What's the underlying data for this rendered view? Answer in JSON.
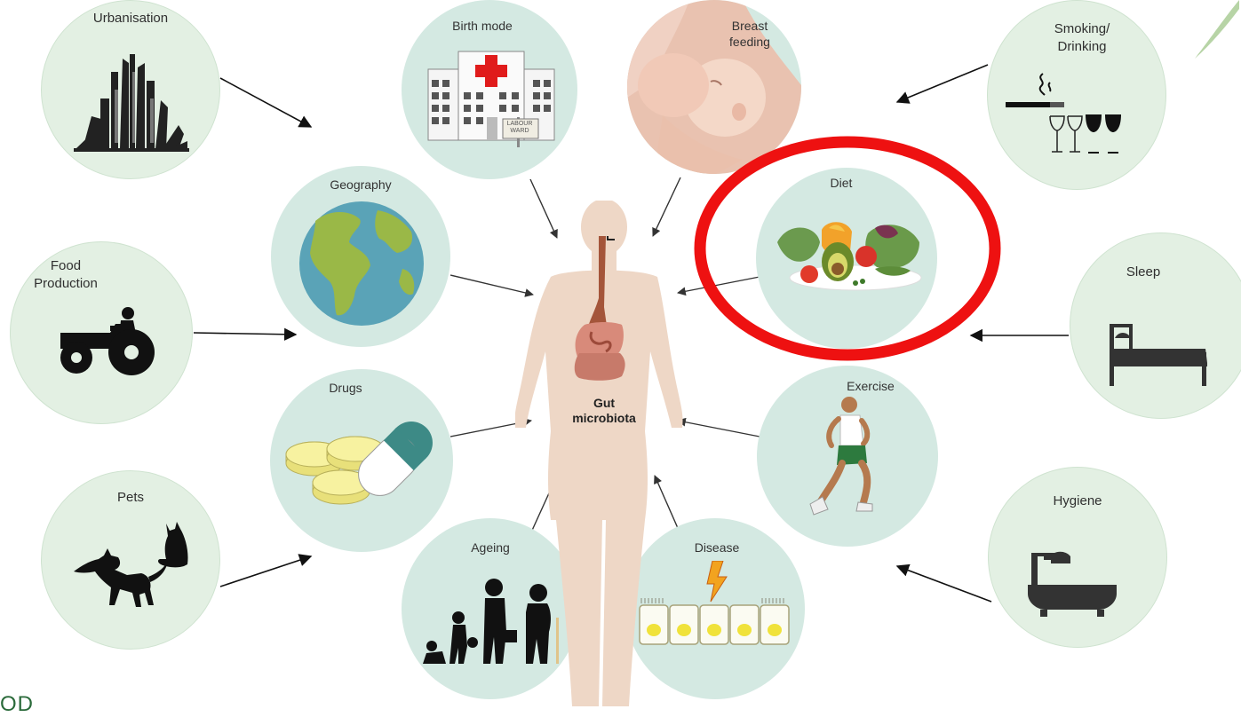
{
  "outer_factors": {
    "urbanisation": "Urbanisation",
    "food_production": "Food\nProduction",
    "pets": "Pets",
    "smoking_drinking": "Smoking/\nDrinking",
    "sleep": "Sleep",
    "hygiene": "Hygiene"
  },
  "inner_factors": {
    "birth_mode": "Birth mode",
    "breast_feeding": "Breast\nfeeding",
    "geography": "Geography",
    "diet": "Diet",
    "drugs": "Drugs",
    "exercise": "Exercise",
    "ageing": "Ageing",
    "disease": "Disease"
  },
  "center": {
    "label": "Gut\nmicrobiota"
  },
  "labour_sign": "LABOUR\nWARD",
  "highlight": {
    "target": "Diet",
    "color": "#ee1111"
  },
  "colors": {
    "outer_circle": "#e3f0e3",
    "inner_circle": "#d4e9e2",
    "body": "#eed7c6",
    "arrow": "#111111"
  }
}
